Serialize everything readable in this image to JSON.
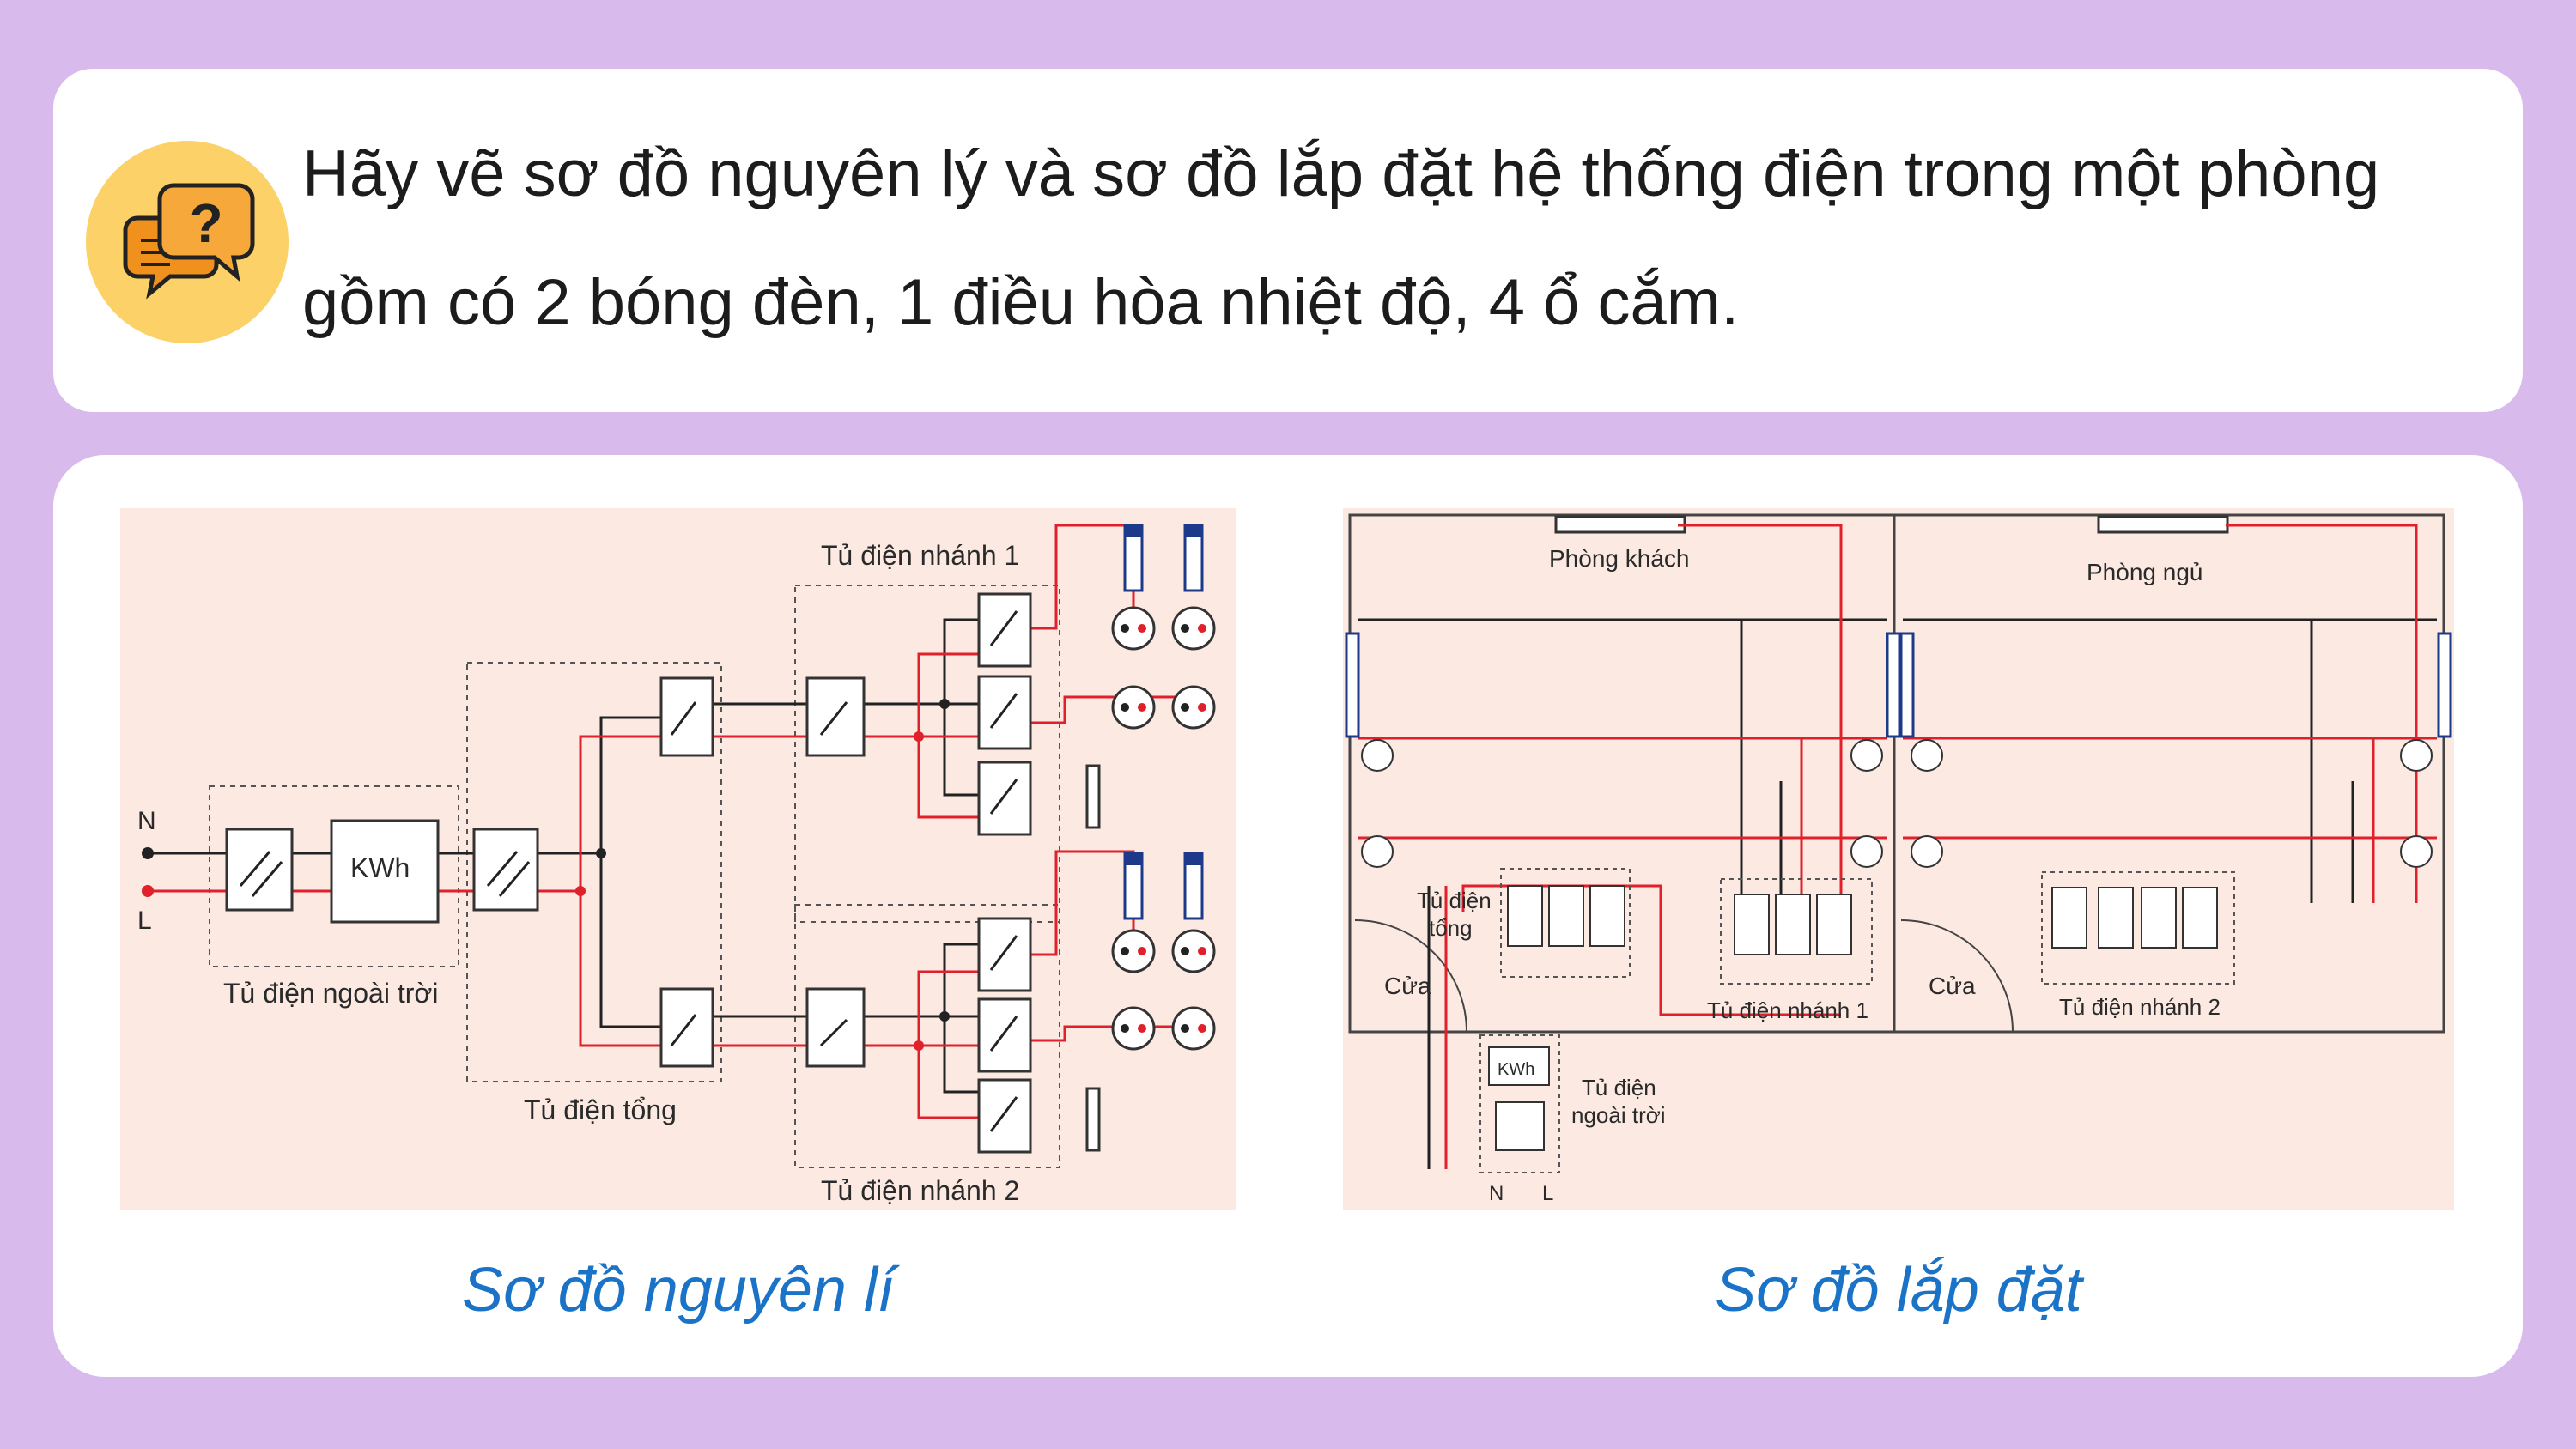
{
  "question": {
    "line1": "Hãy vẽ sơ đồ nguyên lý và sơ đồ lắp đặt hệ thống điện trong một phòng",
    "line2": "gồm có 2 bóng đèn, 1 điều hòa nhiệt độ, 4 ổ cắm."
  },
  "question_icon": "question-chat-bubble-icon",
  "schematic": {
    "n_label": "N",
    "l_label": "L",
    "kwh_label": "KWh",
    "outdoor_label": "Tủ điện ngoài trời",
    "main_label": "Tủ điện tổng",
    "branch1_label": "Tủ điện nhánh 1",
    "branch2_label": "Tủ điện nhánh 2"
  },
  "installation": {
    "living_room": "Phòng khách",
    "bedroom": "Phòng ngủ",
    "main_panel_1": "Tủ điện",
    "main_panel_2": "tổng",
    "door_1": "Cửa",
    "door_2": "Cửa",
    "branch1_label": "Tủ điện nhánh 1",
    "branch2_label": "Tủ điện nhánh 2",
    "kwh_label": "KWh",
    "outdoor_1": "Tủ điện",
    "outdoor_2": "ngoài trời",
    "n_label": "N",
    "l_label": "L"
  },
  "captions": {
    "left": "Sơ đồ nguyên lí",
    "right": "Sơ đồ lắp đặt"
  },
  "colors": {
    "background": "#d8bbec",
    "caption": "#1a73c6",
    "wire_red": "#e0202a",
    "wire_black": "#222222",
    "diagram_bg": "#fbe9e2",
    "icon_yellow": "#fcd268",
    "icon_orange": "#f0911e"
  }
}
